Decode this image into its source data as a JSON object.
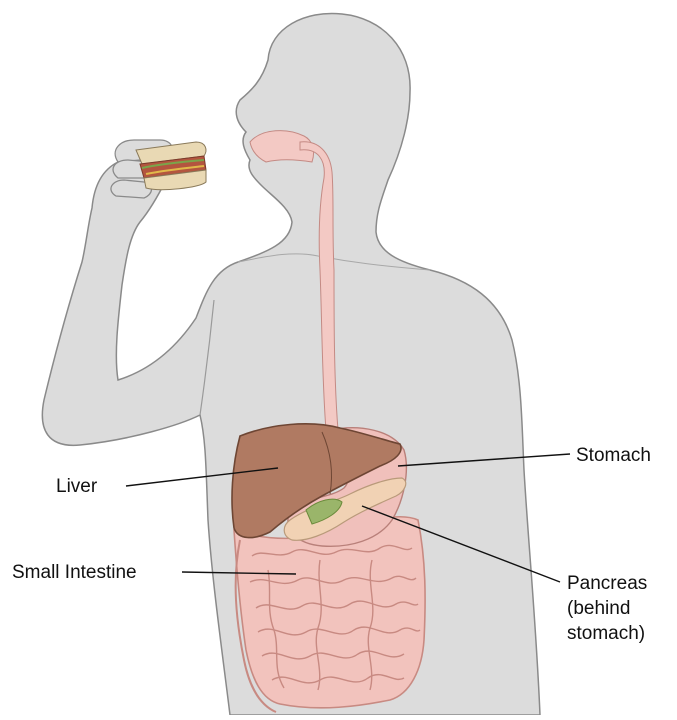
{
  "labels": {
    "liver": "Liver",
    "small_intestine": "Small Intestine",
    "stomach": "Stomach",
    "pancreas_line1": "Pancreas",
    "pancreas_line2": "(behind",
    "pancreas_line3": "stomach)"
  },
  "colors": {
    "body_fill": "#dcdcdc",
    "body_stroke": "#8a8a8a",
    "esophagus": "#f3c9c4",
    "liver": "#b07a62",
    "stomach": "#f0c0bb",
    "pancreas": "#f1d2b4",
    "intestine": "#f2c3bd",
    "gallbladder": "#9ab56a",
    "leader_line": "#111111"
  },
  "icons": [
    "sandwich-icon"
  ]
}
